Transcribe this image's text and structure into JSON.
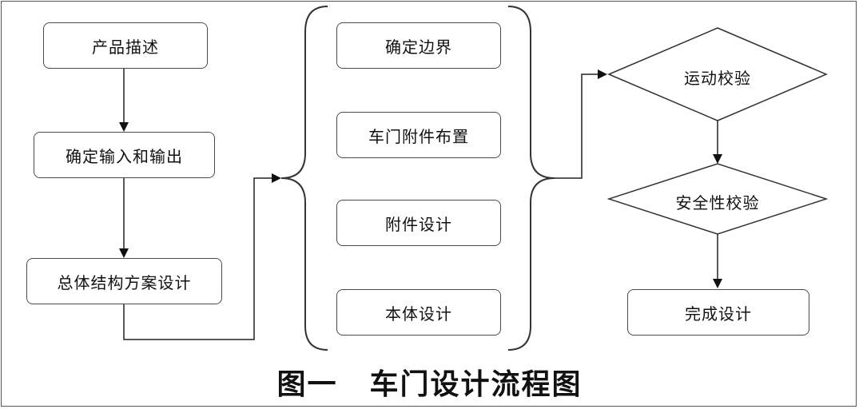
{
  "left_column": {
    "box1": "产品描述",
    "box2": "确定输入和输出",
    "box3": "总体结构方案设计"
  },
  "middle_column": {
    "box1": "确定边界",
    "box2": "车门附件布置",
    "box3": "附件设计",
    "box4": "本体设计"
  },
  "right_column": {
    "diamond1": "运动校验",
    "diamond2": "安全性校验",
    "box1": "完成设计"
  },
  "caption": {
    "figure_no": "图一",
    "title": "车门设计流程图"
  }
}
